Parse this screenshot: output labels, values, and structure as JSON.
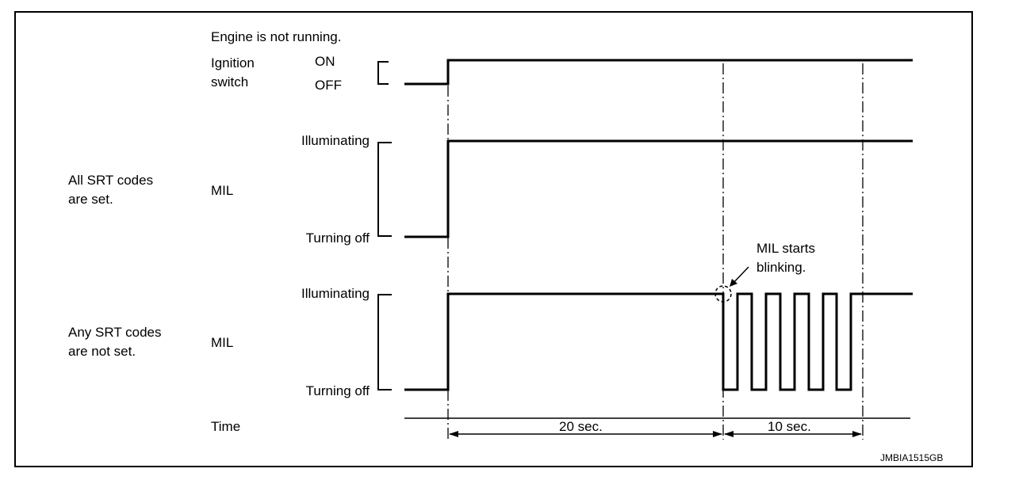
{
  "labels": {
    "engine_state": "Engine is not running.",
    "ignition_line1": "Ignition",
    "ignition_line2": "switch",
    "on": "ON",
    "off": "OFF",
    "illuminating_1": "Illuminating",
    "turning_off_1": "Turning off",
    "all_srt_line1": "All SRT codes",
    "all_srt_line2": "are set.",
    "mil_1": "MIL",
    "illuminating_2": "Illuminating",
    "turning_off_2": "Turning off",
    "any_srt_line1": "Any SRT codes",
    "any_srt_line2": "are not set.",
    "mil_2": "MIL",
    "time": "Time",
    "interval_1": "20 sec.",
    "interval_2": "10 sec.",
    "annotation_line1": "MIL starts",
    "annotation_line2": "blinking.",
    "figure_code": "JMBIA1515GB"
  }
}
